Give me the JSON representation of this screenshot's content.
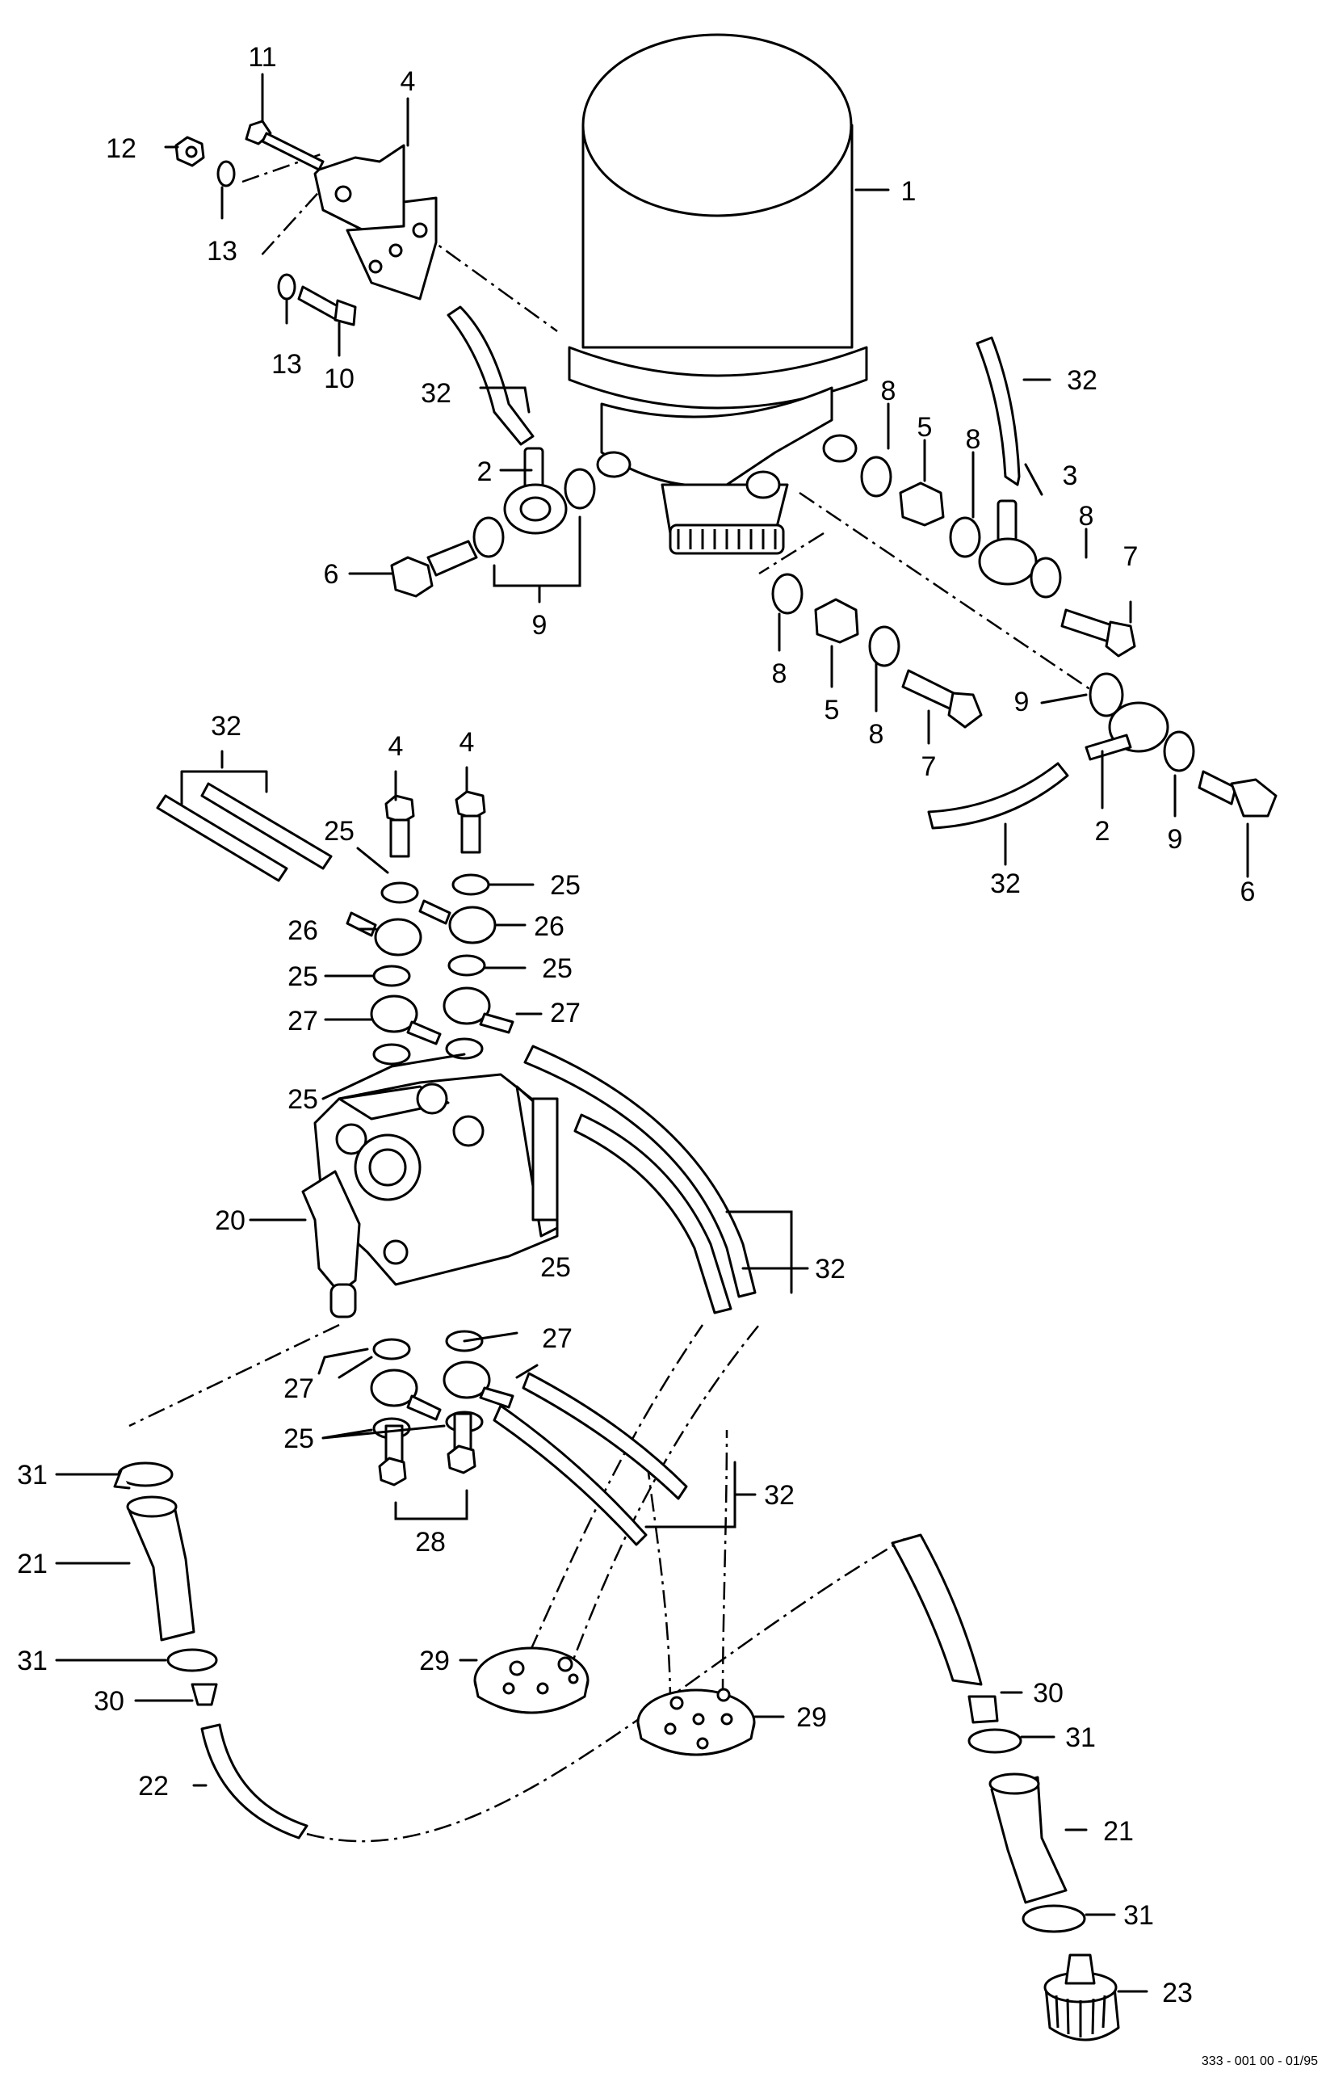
{
  "diagram": {
    "callout_labels": {
      "c1": "1",
      "c2a": "2",
      "c2b": "2",
      "c3": "3",
      "c4a": "4",
      "c4b": "4",
      "c4c": "4",
      "c5a": "5",
      "c5b": "5",
      "c6a": "6",
      "c6b": "6",
      "c7a": "7",
      "c7b": "7",
      "c8a": "8",
      "c8b": "8",
      "c8c": "8",
      "c8d": "8",
      "c8e": "8",
      "c9a": "9",
      "c9b": "9",
      "c9c": "9",
      "c10": "10",
      "c11": "11",
      "c12": "12",
      "c13a": "13",
      "c13b": "13",
      "c20": "20",
      "c21a": "21",
      "c21b": "21",
      "c22": "22",
      "c23": "23",
      "c25a": "25",
      "c25b": "25",
      "c25c": "25",
      "c25d": "25",
      "c25e": "25",
      "c25f": "25",
      "c25g": "25",
      "c26a": "26",
      "c26b": "26",
      "c27a": "27",
      "c27b": "27",
      "c27c": "27",
      "c27d": "27",
      "c28": "28",
      "c29a": "29",
      "c29b": "29",
      "c30a": "30",
      "c30b": "30",
      "c31a": "31",
      "c31b": "31",
      "c31c": "31",
      "c31d": "31",
      "c32a": "32",
      "c32b": "32",
      "c32c": "32",
      "c32d": "32",
      "c32e": "32",
      "c32f": "32"
    },
    "footer_code": "333 - 001 00 - 01/95"
  }
}
